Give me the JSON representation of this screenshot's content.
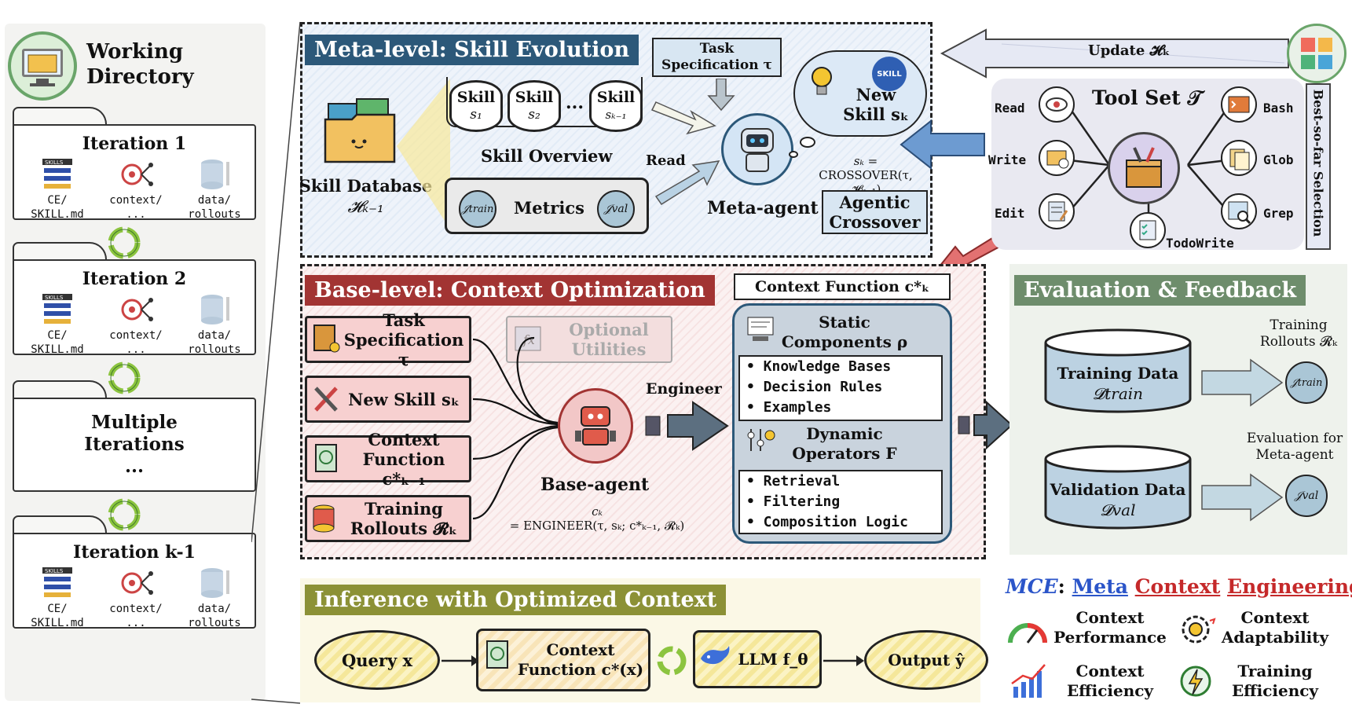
{
  "working_directory": {
    "title": "Working Directory",
    "iterations": [
      {
        "label": "Iteration 1",
        "files": [
          {
            "top": "CE/",
            "bottom": "SKILL.md"
          },
          {
            "top": "context/",
            "bottom": "..."
          },
          {
            "top": "data/",
            "bottom": "rollouts"
          }
        ]
      },
      {
        "label": "Iteration 2",
        "files": [
          {
            "top": "CE/",
            "bottom": "SKILL.md"
          },
          {
            "top": "context/",
            "bottom": "..."
          },
          {
            "top": "data/",
            "bottom": "rollouts"
          }
        ]
      },
      {
        "label": "Iteration k-1",
        "files": [
          {
            "top": "CE/",
            "bottom": "SKILL.md"
          },
          {
            "top": "context/",
            "bottom": "..."
          },
          {
            "top": "data/",
            "bottom": "rollouts"
          }
        ]
      }
    ],
    "multiple": {
      "line1": "Multiple",
      "line2": "Iterations",
      "line3": "..."
    },
    "skills_badge": "SKILLS"
  },
  "meta": {
    "title": "Meta-level:  Skill Evolution",
    "skill_db": {
      "label": "Skill Database",
      "symbol": "𝓗ₖ₋₁"
    },
    "skills": [
      {
        "name": "Skill",
        "sub": "s₁"
      },
      {
        "name": "Skill",
        "sub": "s₂"
      },
      {
        "name": "Skill",
        "sub": "sₖ₋₁"
      }
    ],
    "dots": "...",
    "skill_overview": "Skill Overview",
    "metrics": {
      "label": "Metrics",
      "left": "𝒥train",
      "right": "𝒥val"
    },
    "task_spec": {
      "line1": "Task",
      "line2": "Specification τ"
    },
    "read": "Read",
    "meta_agent": "Meta-agent",
    "new_skill": {
      "line1": "New",
      "line2": "Skill sₖ",
      "badge": "SKILL"
    },
    "crossover_eq": {
      "line1": "sₖ =",
      "line2": "CROSSOVER(τ, 𝓗ₖ₋₁)"
    },
    "agentic_crossover": {
      "line1": "Agentic",
      "line2": "Crossover"
    }
  },
  "update": {
    "label": "Update 𝓗ₖ",
    "best": "Best-so-far Selection"
  },
  "toolset": {
    "title": "Tool Set 𝒯",
    "left": [
      "Read",
      "Write",
      "Edit"
    ],
    "right": [
      "Bash",
      "Glob",
      "Grep"
    ],
    "bottom": "TodoWrite"
  },
  "base": {
    "title": "Base-level:  Context Optimization",
    "inputs": [
      {
        "line1": "Task",
        "line2": "Specification τ"
      },
      {
        "line1": "New Skill sₖ",
        "line2": ""
      },
      {
        "line1": "Context",
        "line2": "Function c*ₖ₋₁"
      },
      {
        "line1": "Training",
        "line2": "Rollouts 𝓡ₖ"
      }
    ],
    "optional": {
      "line1": "Optional",
      "line2": "Utilities"
    },
    "base_agent": "Base-agent",
    "engineer_eq": {
      "line1": "cₖ",
      "line2": "= ENGINEER(τ, sₖ; c*ₖ₋₁, 𝓡ₖ)"
    },
    "engineer": "Engineer",
    "context_fn": "Context Function c*ₖ",
    "static": {
      "title1": "Static",
      "title2": "Components ρ",
      "items": [
        "• Knowledge Bases",
        "• Decision Rules",
        "• Examples"
      ]
    },
    "dynamic": {
      "title1": "Dynamic",
      "title2": "Operators F",
      "items": [
        "• Retrieval",
        "• Filtering",
        "• Composition Logic"
      ]
    }
  },
  "evaluation": {
    "title": "Evaluation & Feedback",
    "training": {
      "label": "Training Data",
      "sym": "𝓓train"
    },
    "validation": {
      "label": "Validation Data",
      "sym": "𝓓val"
    },
    "train_out": {
      "line1": "Training",
      "line2": "Rollouts 𝓡ₖ",
      "sym": "𝒥train"
    },
    "val_out": {
      "line1": "Evaluation for",
      "line2": "Meta-agent",
      "sym": "𝒥val"
    }
  },
  "inference": {
    "title": "Inference with Optimized Context",
    "query": "Query x",
    "context_fn": {
      "line1": "Context",
      "line2": "Function c*(x)"
    },
    "llm": "LLM f_θ",
    "output": "Output ŷ"
  },
  "mce": {
    "abbr": "MCE",
    "colon": ":",
    "word1": "Meta",
    "word2": "Context",
    "word3": "Engineering",
    "props": [
      {
        "line1": "Context",
        "line2": "Performance"
      },
      {
        "line1": "Context",
        "line2": "Adaptability"
      },
      {
        "line1": "Context",
        "line2": "Efficiency"
      },
      {
        "line1": "Training",
        "line2": "Efficiency"
      }
    ]
  },
  "colors": {
    "meta_title_bg": "#2c5879",
    "base_title_bg": "#a23433",
    "infer_title_bg": "#8c9136",
    "eval_title_bg": "#6e8d6c",
    "mce_blue": "#2b55c9",
    "mce_red": "#c5292a"
  }
}
